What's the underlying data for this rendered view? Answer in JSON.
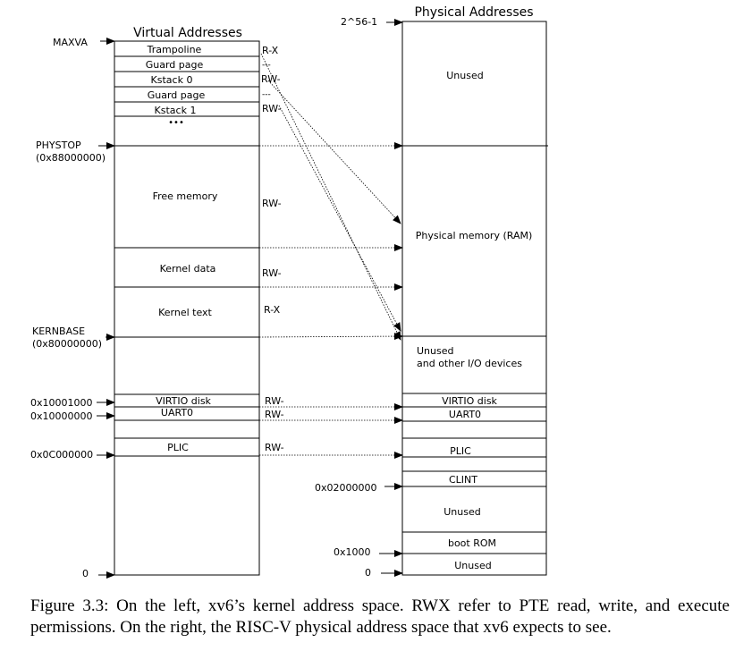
{
  "virtual": {
    "title": "Virtual Addresses",
    "regions": {
      "trampoline": "Trampoline",
      "guard_page_1": "Guard page",
      "kstack_0": "Kstack 0",
      "guard_page_2": "Guard page",
      "kstack_1": "Kstack 1",
      "ellipsis": "•••",
      "free_memory": "Free memory",
      "kernel_data": "Kernel data",
      "kernel_text": "Kernel text",
      "virtio_disk": "VIRTIO disk",
      "uart0": "UART0",
      "plic": "PLIC"
    },
    "permissions": {
      "trampoline": "R-X",
      "guard_page_1": "---",
      "kstack_0": "RW-",
      "guard_page_2": "---",
      "kstack_1": "RW-",
      "free_memory": "RW-",
      "kernel_data": "RW-",
      "kernel_text": "R-X",
      "virtio_disk": "RW-",
      "uart0": "RW-",
      "plic": "RW-"
    },
    "addresses": {
      "maxva": "MAXVA",
      "phystop": "PHYSTOP",
      "phystop_value": "(0x88000000)",
      "kernbase": "KERNBASE",
      "kernbase_value": "(0x80000000)",
      "virtio": "0x10001000",
      "uart": "0x10000000",
      "plic": "0x0C000000",
      "zero": "0"
    }
  },
  "physical": {
    "title": "Physical Addresses",
    "regions": {
      "unused_top": "Unused",
      "ram": "Physical memory (RAM)",
      "unused_io_1": "Unused",
      "unused_io_2": "and other I/O devices",
      "virtio_disk": "VIRTIO disk",
      "uart0": "UART0",
      "plic": "PLIC",
      "clint": "CLINT",
      "unused_mid": "Unused",
      "boot_rom": "boot ROM",
      "unused_bottom": "Unused"
    },
    "addresses": {
      "top": "2^56-1",
      "clint": "0x02000000",
      "boot": "0x1000",
      "zero": "0"
    }
  },
  "caption": "Figure 3.3: On the left, xv6’s kernel address space. RWX refer to PTE read, write, and execute permissions. On the right, the RISC-V physical address space that xv6 expects to see."
}
